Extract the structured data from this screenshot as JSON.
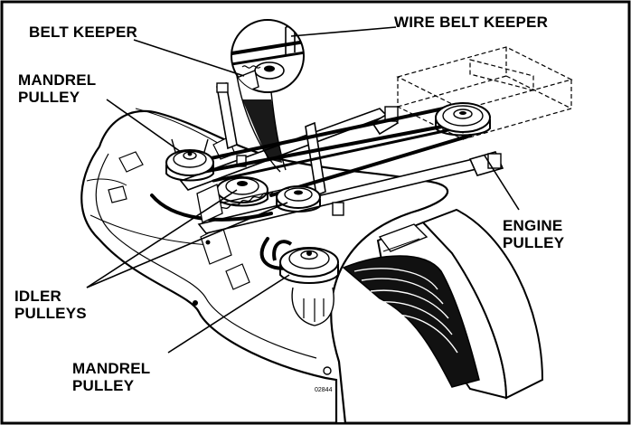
{
  "labels": {
    "belt_keeper": "BELT KEEPER",
    "wire_belt_keeper": "WIRE BELT KEEPER",
    "mandrel_pulley_top": [
      "MANDREL",
      "PULLEY"
    ],
    "engine_pulley": [
      "ENGINE",
      "PULLEY"
    ],
    "idler_pulleys": [
      "IDLER",
      "PULLEYS"
    ],
    "mandrel_pulley_bottom": [
      "MANDREL",
      "PULLEY"
    ]
  },
  "figure_code": "02844",
  "colors": {
    "ink": "#000000",
    "paper": "#ffffff",
    "shade": "#d9d9d9"
  }
}
